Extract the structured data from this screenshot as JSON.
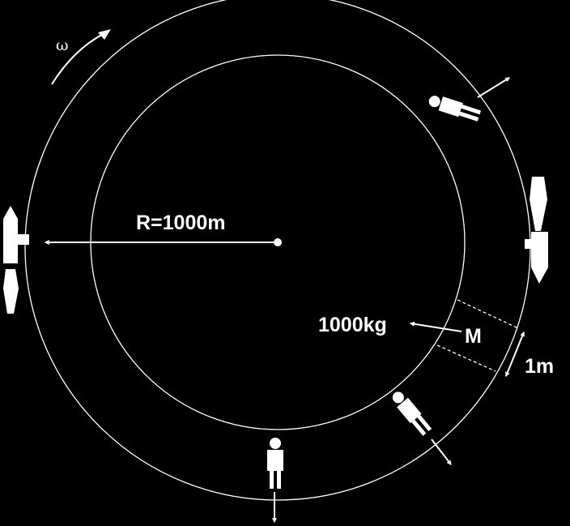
{
  "labels": {
    "omega": "ω",
    "radius": "R=1000m",
    "mass": "1000kg",
    "mass_symbol": "M",
    "thickness": "1m"
  },
  "colors": {
    "background": "#000000",
    "foreground": "#ffffff"
  },
  "icons": [
    "rotation-arrow-icon",
    "person-icon",
    "spaceship-icon",
    "arrow-icon"
  ]
}
